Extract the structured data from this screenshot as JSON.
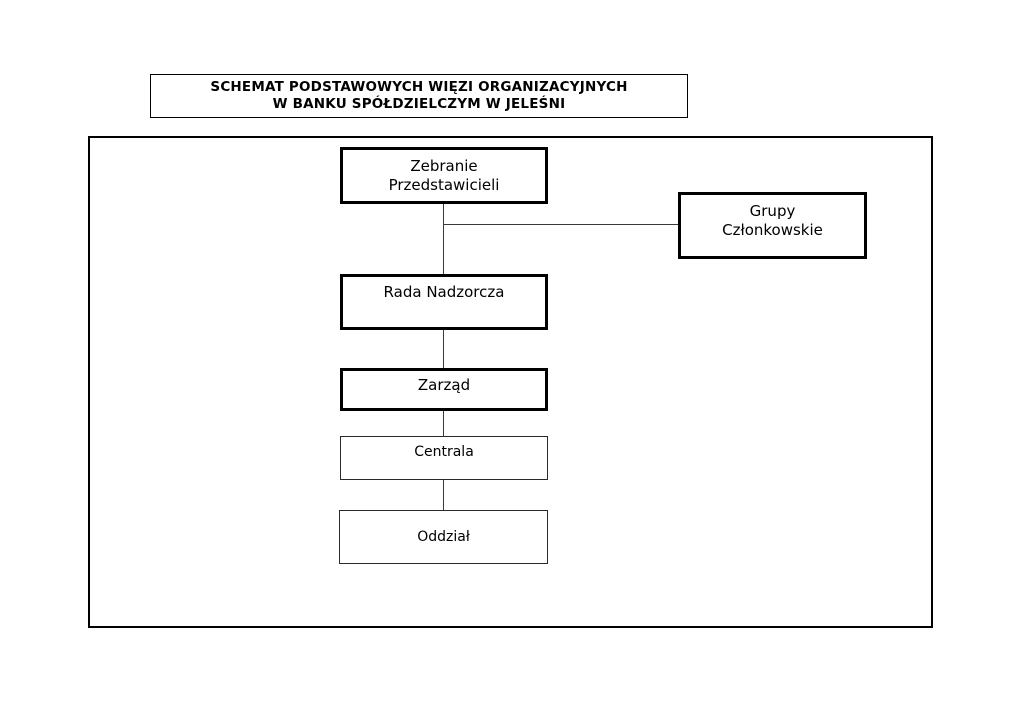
{
  "title_box": {
    "line1": "SCHEMAT PODSTAWOWYCH WIĘZI ORGANIZACYJNYCH",
    "line2": "W BANKU SPÓŁDZIELCZYM W JELEŚNI"
  },
  "org_chart": {
    "nodes": {
      "zebranie_przedstawicieli": {
        "line1": "Zebranie",
        "line2": "Przedstawicieli"
      },
      "grupy_czlonkowskie": {
        "line1": "Grupy",
        "line2": "Członkowskie"
      },
      "rada_nadzorcza": {
        "label": "Rada Nadzorcza"
      },
      "zarzad": {
        "label": "Zarząd"
      },
      "centrala": {
        "label": "Centrala"
      },
      "oddzial": {
        "label": "Oddział"
      }
    }
  },
  "colors": {
    "background": "#ffffff",
    "box_border": "#000000",
    "connector_line": "#3a3a3a"
  }
}
